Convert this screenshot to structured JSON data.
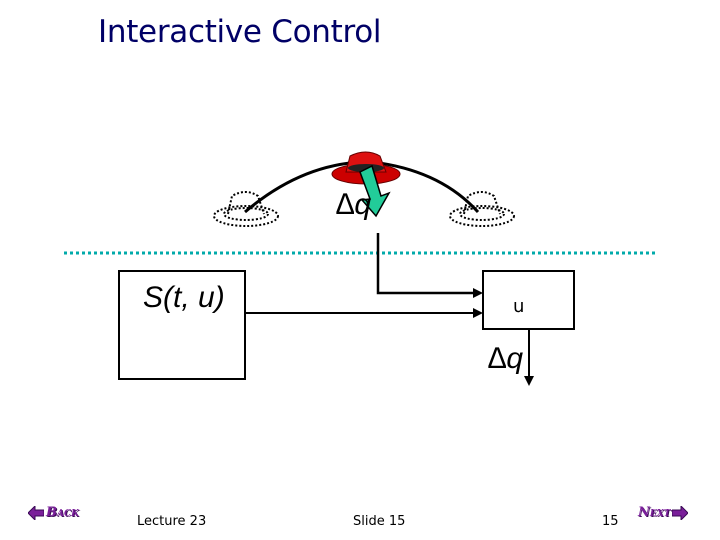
{
  "slide": {
    "title": "Interactive Control",
    "delta_q_top": "∆q",
    "system_label": "S(t, u)",
    "u_label": "u",
    "delta_q_output": "∆q"
  },
  "footer": {
    "lecture": "Lecture 23",
    "slide": "Slide 15",
    "page_number": "15"
  },
  "nav": {
    "back_label": "Back",
    "next_label": "Next"
  },
  "colors": {
    "title": "#000066",
    "dotted_line": "#00aaaa",
    "arrow_fill": "#22cc99",
    "hat": "#cc0000",
    "nav": "#7a1f9a"
  }
}
